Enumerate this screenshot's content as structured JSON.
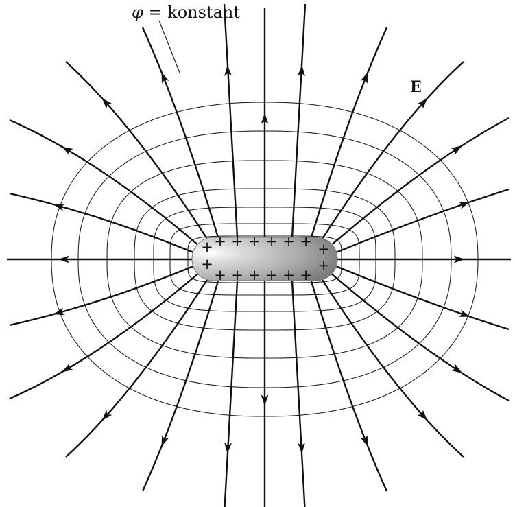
{
  "labels": {
    "potential_symbol": "φ",
    "potential_rest": " = konstant",
    "field": "E"
  },
  "charge_sign": "+",
  "colors": {
    "line": "#111111",
    "equipotential": "#222222",
    "conductor_light": "#f4f4f4",
    "conductor_dark": "#8a8a8a",
    "background": "#ffffff"
  },
  "icons": {
    "arrowhead": "arrowhead-icon",
    "charge": "plus-icon"
  }
}
